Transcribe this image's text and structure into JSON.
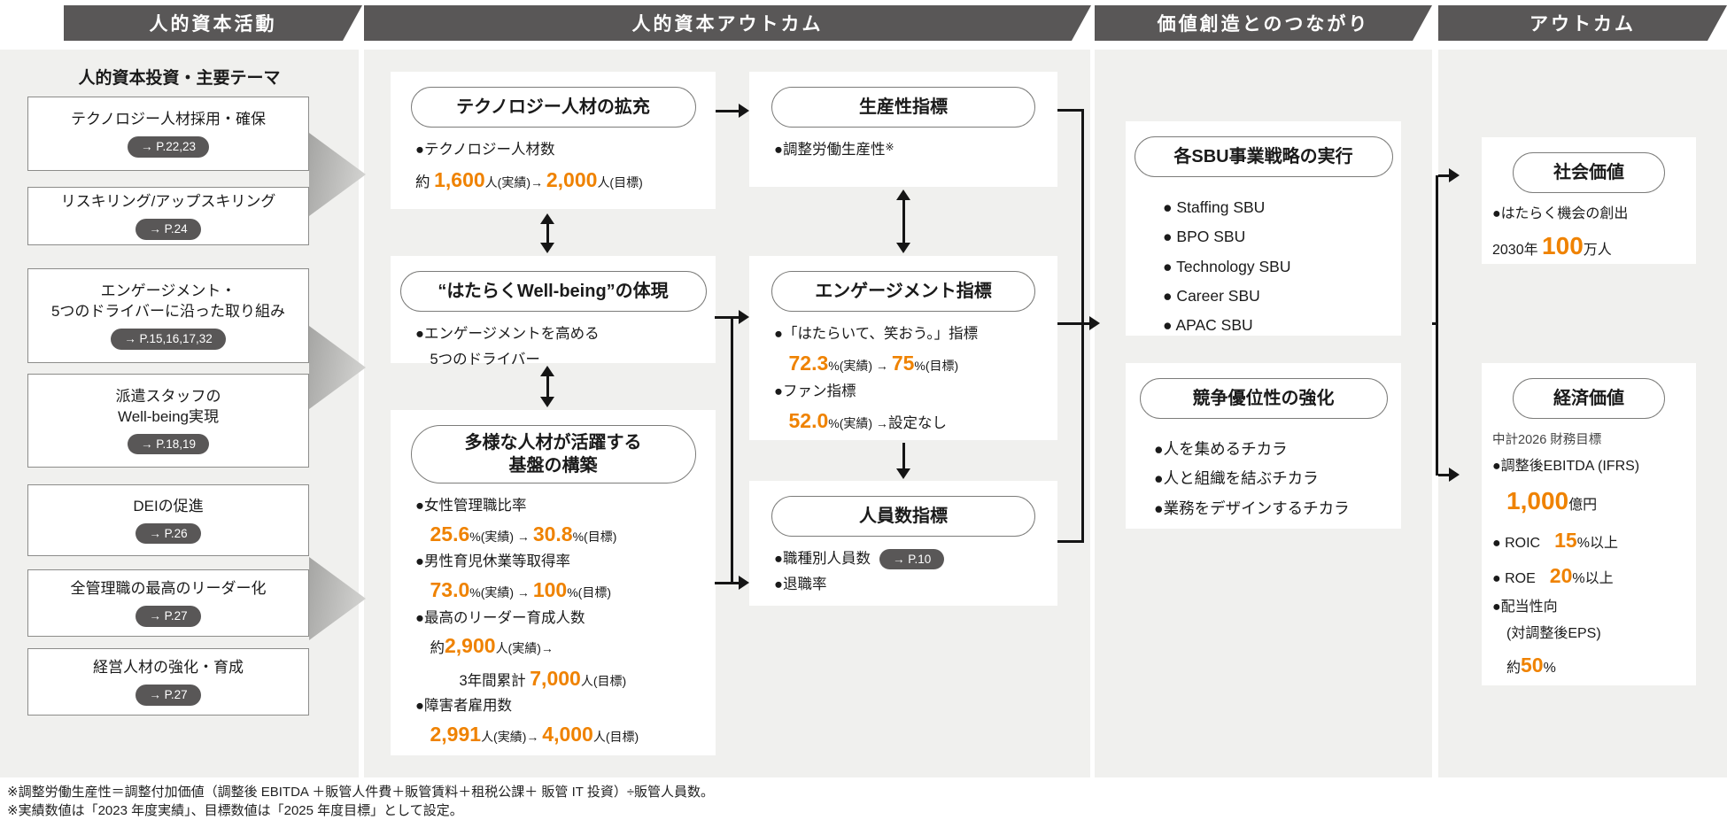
{
  "colors": {
    "accent": "#ef8200",
    "banner_gray": "#595757",
    "panel_gray": "#f0f0ee"
  },
  "banners": {
    "activities": "人的資本活動",
    "hc_outcomes": "人的資本アウトカム",
    "value_link": "価値創造とのつながり",
    "outcome": "アウトカム"
  },
  "col1": {
    "heading": "人的資本投資・主要テーマ",
    "boxes": [
      {
        "title": "テクノロジー人材採用・確保",
        "page": "→ P.22,23"
      },
      {
        "title": "リスキリング/アップスキリング",
        "page": "→ P.24"
      },
      {
        "title": "エンゲージメント・\n5つのドライバーに沿った取り組み",
        "page": "→ P.15,16,17,32"
      },
      {
        "title": "派遣スタッフの\nWell-being実現",
        "page": "→ P.18,19"
      },
      {
        "title": "DEIの促進",
        "page": "→ P.26"
      },
      {
        "title": "全管理職の最高のリーダー化",
        "page": "→ P.27"
      },
      {
        "title": "経営人材の強化・育成",
        "page": "→ P.27"
      }
    ]
  },
  "col2": {
    "left": [
      {
        "pill": "テクノロジー人材の拡充",
        "lines": [
          [
            {
              "t": "●テクノロジー人材数"
            }
          ],
          [
            {
              "t": "約 "
            },
            {
              "t": "1,600",
              "c": "n"
            },
            {
              "t": "人(実績)→ ",
              "c": "s"
            },
            {
              "t": "2,000",
              "c": "n"
            },
            {
              "t": "人(目標)",
              "c": "s"
            }
          ]
        ]
      },
      {
        "pill": "“はたらくWell-being”の体現",
        "lines": [
          [
            {
              "t": "●エンゲージメントを高める"
            }
          ],
          [
            {
              "t": "　5つのドライバー"
            }
          ]
        ]
      },
      {
        "pill": "多様な人材が活躍する\n基盤の構築",
        "lines": [
          [
            {
              "t": "●女性管理職比率"
            }
          ],
          [
            {
              "t": "　"
            },
            {
              "t": "25.6",
              "c": "n"
            },
            {
              "t": "%(実績) → ",
              "c": "s"
            },
            {
              "t": "30.8",
              "c": "n"
            },
            {
              "t": "%(目標)",
              "c": "s"
            }
          ],
          [
            {
              "t": "●男性育児休業等取得率"
            }
          ],
          [
            {
              "t": "　"
            },
            {
              "t": "73.0",
              "c": "n"
            },
            {
              "t": "%(実績) → ",
              "c": "s"
            },
            {
              "t": "100",
              "c": "n"
            },
            {
              "t": "%(目標)",
              "c": "s"
            }
          ],
          [
            {
              "t": "●最高のリーダー育成人数"
            }
          ],
          [
            {
              "t": "　約"
            },
            {
              "t": "2,900",
              "c": "n"
            },
            {
              "t": "人(実績)→",
              "c": "s"
            }
          ],
          [
            {
              "t": "　　　3年間累計 "
            },
            {
              "t": "7,000",
              "c": "n"
            },
            {
              "t": "人(目標)",
              "c": "s"
            }
          ],
          [
            {
              "t": "●障害者雇用数"
            }
          ],
          [
            {
              "t": "　"
            },
            {
              "t": "2,991",
              "c": "n"
            },
            {
              "t": "人(実績)→ ",
              "c": "s"
            },
            {
              "t": "4,000",
              "c": "n"
            },
            {
              "t": "人(目標)",
              "c": "s"
            }
          ]
        ]
      }
    ],
    "right": [
      {
        "pill": "生産性指標",
        "lines": [
          [
            {
              "t": "●調整労働生産性"
            },
            {
              "t": "※",
              "c": "sup"
            }
          ]
        ]
      },
      {
        "pill": "エンゲージメント指標",
        "lines": [
          [
            {
              "t": "●「はたらいて、笑おう。」指標"
            }
          ],
          [
            {
              "t": "　"
            },
            {
              "t": "72.3",
              "c": "n"
            },
            {
              "t": "%(実績) → ",
              "c": "s"
            },
            {
              "t": "75",
              "c": "n"
            },
            {
              "t": "%(目標)",
              "c": "s"
            }
          ],
          [
            {
              "t": "●ファン指標"
            }
          ],
          [
            {
              "t": "　"
            },
            {
              "t": "52.0",
              "c": "n"
            },
            {
              "t": "%(実績) →",
              "c": "s"
            },
            {
              "t": "設定なし"
            }
          ]
        ]
      },
      {
        "pill": "人員数指標",
        "badge": "→ P.10",
        "lines": [
          [
            {
              "t": "●職種別人員数"
            }
          ],
          [
            {
              "t": "●退職率"
            }
          ]
        ]
      }
    ]
  },
  "col3": {
    "cards": [
      {
        "pill": "各SBU事業戦略の実行",
        "items": [
          "● Staffing SBU",
          "● BPO SBU",
          "● Technology SBU",
          "● Career SBU",
          "● APAC SBU"
        ]
      },
      {
        "pill": "競争優位性の強化",
        "items": [
          "●人を集めるチカラ",
          "●人と組織を結ぶチカラ",
          "●業務をデザインするチカラ"
        ]
      }
    ]
  },
  "col4": {
    "social": {
      "pill": "社会価値",
      "lines": [
        [
          {
            "t": "●はたらく機会の創出"
          }
        ],
        [
          {
            "t": "2030年 "
          },
          {
            "t": "100",
            "c": "nl"
          },
          {
            "t": "万人"
          }
        ]
      ]
    },
    "economic": {
      "pill": "経済価値",
      "subtitle": "中計2026 財務目標",
      "lines": [
        [
          {
            "t": "●調整後EBITDA (IFRS)"
          }
        ],
        [
          {
            "t": "　"
          },
          {
            "t": "1,000",
            "c": "nl"
          },
          {
            "t": "億円"
          }
        ],
        [
          {
            "t": "● ROIC　"
          },
          {
            "t": "15",
            "c": "n"
          },
          {
            "t": "%以上"
          }
        ],
        [
          {
            "t": "● ROE　"
          },
          {
            "t": "20",
            "c": "n"
          },
          {
            "t": "%以上"
          }
        ],
        [
          {
            "t": "●配当性向"
          }
        ],
        [
          {
            "t": "　(対調整後EPS)"
          }
        ],
        [
          {
            "t": "　約"
          },
          {
            "t": "50",
            "c": "n"
          },
          {
            "t": "%"
          }
        ]
      ]
    }
  },
  "footnotes": [
    "※調整労働生産性＝調整付加価値（調整後 EBITDA ＋販管人件費＋販管賃料＋租税公課＋ 販管 IT 投資）÷販管人員数。",
    "※実績数値は「2023 年度実績」、目標数値は「2025 年度目標」として設定。"
  ]
}
